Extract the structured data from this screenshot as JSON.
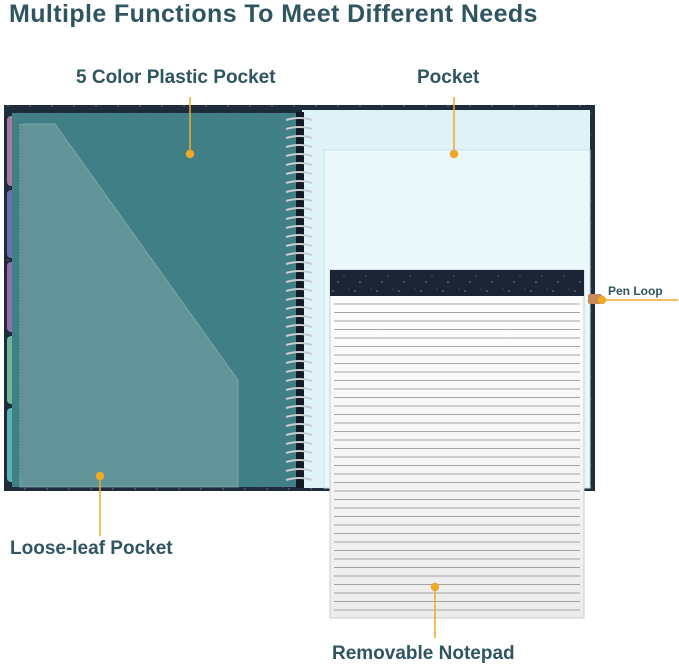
{
  "title": "Multiple Functions To Meet Different Needs",
  "callouts": {
    "plastic_pocket": "5 Color Plastic Pocket",
    "pocket": "Pocket",
    "pen_loop": "Pen Loop",
    "loose_leaf_pocket": "Loose-leaf Pocket",
    "removable_notepad": "Removable Notepad"
  },
  "colors": {
    "heading": "#2f5560",
    "cover": "#1f2c3c",
    "plastic_pocket": "#3f7f85",
    "inner_pocket": "#dff2f7",
    "callout_marker": "#f0a82a",
    "pen_loop": "#c78a5c"
  },
  "divider_tab_colors": [
    "#a57ba0",
    "#6f6fb0",
    "#8f6fb0",
    "#6fb59a",
    "#5ab0b5"
  ]
}
